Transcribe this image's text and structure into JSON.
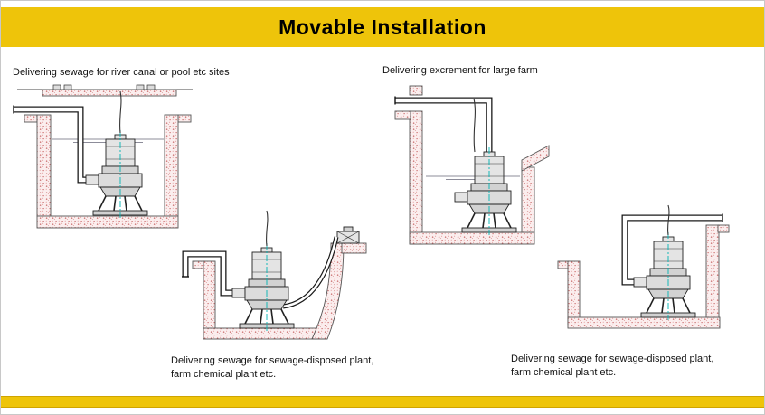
{
  "header": {
    "title": "Movable Installation"
  },
  "colors": {
    "banner": "#EEC40A",
    "wall_stipple": "#c96a6a",
    "pump_centerline": "#00b4b4"
  },
  "figures": [
    {
      "id": "river-canal",
      "caption": "Delivering sewage for river canal or pool etc sites"
    },
    {
      "id": "large-farm",
      "caption": "Delivering excrement for large farm"
    },
    {
      "id": "sewage-plant-left",
      "caption": "Delivering sewage for sewage-disposed plant,\nfarm chemical plant etc."
    },
    {
      "id": "sewage-plant-right",
      "caption": "Delivering sewage for sewage-disposed plant,\nfarm chemical plant etc."
    }
  ]
}
